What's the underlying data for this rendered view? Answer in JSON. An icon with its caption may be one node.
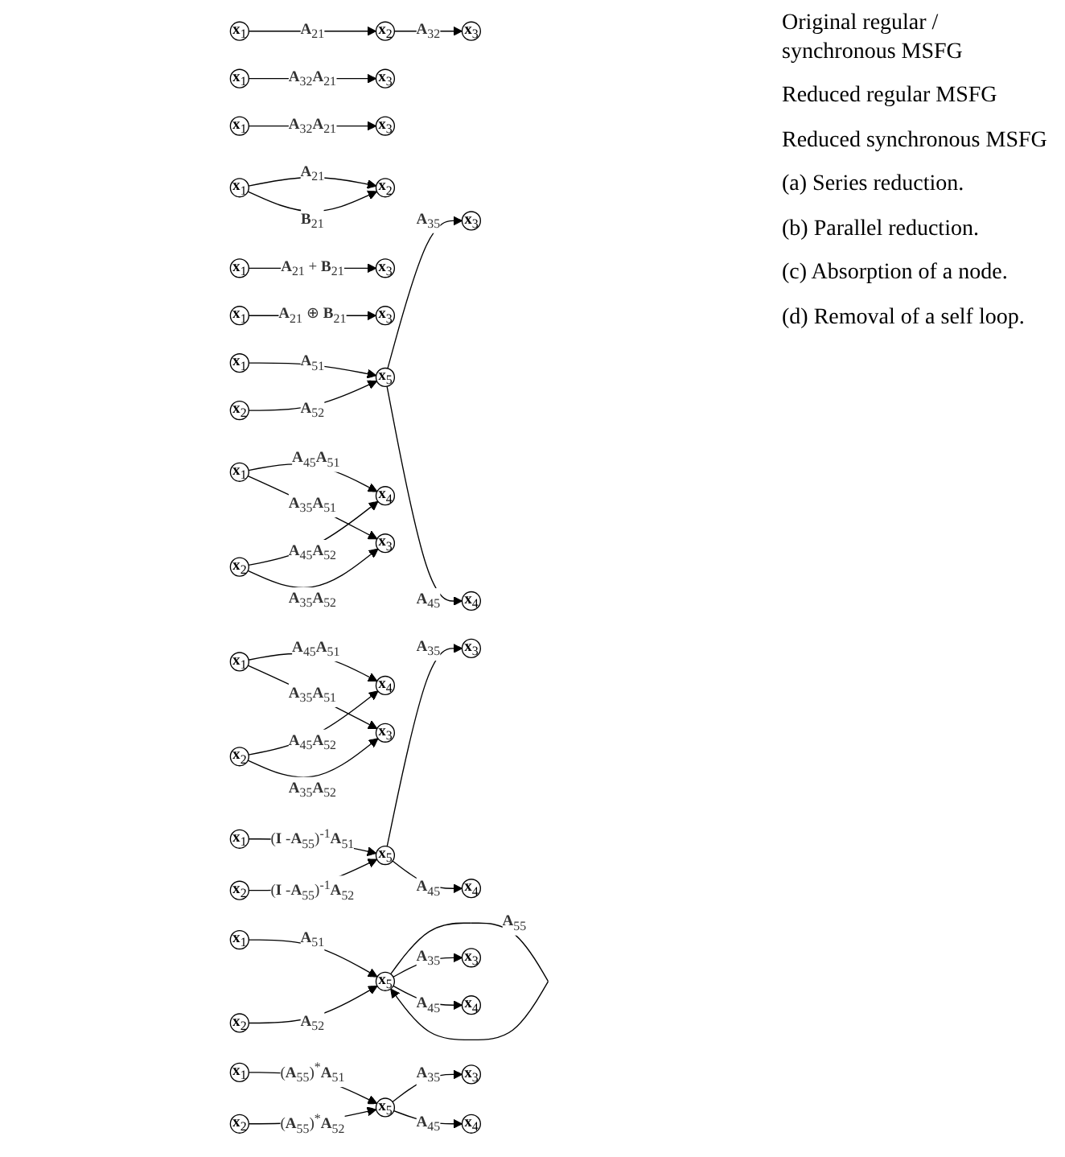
{
  "diagram": {
    "nodes": [
      {
        "text": [
          "**x**$_{1}$"
        ]
      },
      {
        "text": [
          "**x**$_{2}$"
        ]
      },
      {
        "text": [
          "**x**$_{3}$"
        ]
      },
      {
        "text": [
          "**x**$_{1}$"
        ]
      },
      {
        "text": [
          "**x**$_{3}$"
        ]
      },
      {
        "text": [
          "**x**$_{1}$"
        ]
      },
      {
        "text": [
          "**x**$_{3}$"
        ]
      },
      {
        "text": [
          "**x**$_{1}$"
        ]
      },
      {
        "text": [
          "**x**$_{2}$"
        ]
      },
      {
        "text": [
          "**x**$_{1}$"
        ]
      },
      {
        "text": [
          "**x**$_{3}$"
        ]
      },
      {
        "text": [
          "**x**$_{1}$"
        ]
      },
      {
        "text": [
          "**x**$_{3}$"
        ]
      },
      {
        "text": [
          "**x**$_{5}$"
        ]
      },
      {
        "text": [
          "**x**$_{1}$"
        ]
      },
      {
        "text": [
          "**x**$_{2}$"
        ]
      },
      {
        "text": [
          "**x**$_{3}$"
        ]
      },
      {
        "text": [
          "**x**$_{4}$"
        ]
      },
      {
        "text": [
          "**x**$_{1}$"
        ]
      },
      {
        "text": [
          "**x**$_{2}$"
        ]
      },
      {
        "text": [
          "**x**$_{3}$"
        ]
      },
      {
        "text": [
          "**x**$_{4}$"
        ]
      },
      {
        "text": [
          "**x**$_{1}$"
        ]
      },
      {
        "text": [
          "**x**$_{2}$"
        ]
      },
      {
        "text": [
          "**x**$_{3}$"
        ]
      },
      {
        "text": [
          "**x**$_{4}$"
        ]
      },
      {
        "text": [
          "**x**$_{1}$"
        ]
      },
      {
        "text": [
          "**x**$_{5}$"
        ]
      },
      {
        "text": [
          "**x**$_{2}$"
        ]
      },
      {
        "text": [
          "**x**$_{3}$"
        ]
      },
      {
        "text": [
          "**x**$_{4}$"
        ]
      },
      {
        "text": [
          "**x**$_{1}$"
        ]
      },
      {
        "text": [
          "**x**$_{5}$"
        ]
      },
      {
        "text": [
          "**x**$_{2}$"
        ]
      },
      {
        "text": [
          "**x**$_{3}$"
        ]
      },
      {
        "text": [
          "**x**$_{4}$"
        ]
      },
      {
        "text": [
          "**x**$_{1}$"
        ]
      },
      {
        "text": [
          "**x**$_{5}$"
        ]
      },
      {
        "text": [
          "**x**$_{2}$"
        ]
      },
      {
        "text": [
          "**x**$_{3}$"
        ]
      },
      {
        "text": [
          "**x**$_{4}$"
        ]
      }
    ],
    "edges": [
      {
        "from": 0,
        "to": 1,
        "arrow": "to",
        "label": "**A**$_{21}$"
      },
      {
        "from": 1,
        "to": 2,
        "arrow": "to",
        "label": "**A**$_{32}$"
      },
      {
        "from": 3,
        "to": 4,
        "arrow": "to",
        "label": "**A**$_{32}$**A**$_{21}$"
      },
      {
        "from": 5,
        "to": 6,
        "arrow": "to",
        "label": "**A**$_{32}$**A**$_{21}$"
      },
      {
        "from": 7,
        "to": 8,
        "arrow": "to",
        "label": "**A**$_{21}$"
      },
      {
        "from": 7,
        "to": 8,
        "arrow": "to",
        "label": "**B**$_{21}$"
      },
      {
        "from": 9,
        "to": 10,
        "arrow": "to",
        "label": "**A**$_{21}$ + **B**$_{21}$"
      },
      {
        "from": 11,
        "to": 12,
        "arrow": "to",
        "label": "**A**$_{21}$ ⊕ **B**$_{21}$"
      },
      {
        "from": 14,
        "to": 13,
        "arrow": "to",
        "label": "**A**$_{51}$"
      },
      {
        "from": 15,
        "to": 13,
        "arrow": "to",
        "label": "**A**$_{52}$"
      },
      {
        "from": 13,
        "to": 16,
        "arrow": "to",
        "label": "**A**$_{35}$"
      },
      {
        "from": 13,
        "to": 17,
        "arrow": "to",
        "label": "**A**$_{45}$"
      },
      {
        "from": 18,
        "to": 21,
        "arrow": "to",
        "label": "**A**$_{45}$**A**$_{51}$"
      },
      {
        "from": 18,
        "to": 20,
        "arrow": "to",
        "label": "**A**$_{35}$**A**$_{51}$"
      },
      {
        "from": 19,
        "to": 21,
        "arrow": "to",
        "label": "**A**$_{45}$**A**$_{52}$"
      },
      {
        "from": 19,
        "to": 20,
        "arrow": "to",
        "label": "**A**$_{35}$**A**$_{52}$"
      },
      {
        "from": 22,
        "to": 25,
        "arrow": "to",
        "label": "**A**$_{45}$**A**$_{51}$"
      },
      {
        "from": 22,
        "to": 24,
        "arrow": "to",
        "label": "**A**$_{35}$**A**$_{51}$"
      },
      {
        "from": 23,
        "to": 25,
        "arrow": "to",
        "label": "**A**$_{45}$**A**$_{52}$"
      },
      {
        "from": 23,
        "to": 24,
        "arrow": "to",
        "label": "**A**$_{35}$**A**$_{52}$"
      },
      {
        "from": 26,
        "to": 27,
        "arrow": "to",
        "label": "**A**$_{51}$"
      },
      {
        "from": 28,
        "to": 27,
        "arrow": "to",
        "label": "**A**$_{52}$"
      },
      {
        "from": 27,
        "to": 27,
        "arrow": "to",
        "label": "**A**$_{55}$"
      },
      {
        "from": 27,
        "to": 29,
        "arrow": "to",
        "label": "**A**$_{35}$"
      },
      {
        "from": 27,
        "to": 30,
        "arrow": "to",
        "label": "**A**$_{45}$"
      },
      {
        "from": 31,
        "to": 32,
        "arrow": "to",
        "label": "(**I** -**A**$_{55}$)$^{-1}$**A**$_{51}$"
      },
      {
        "from": 33,
        "to": 32,
        "arrow": "to",
        "label": "(**I** -**A**$_{55}$)$^{-1}$**A**$_{52}$"
      },
      {
        "from": 32,
        "to": 34,
        "arrow": "to",
        "label": "**A**$_{35}$"
      },
      {
        "from": 32,
        "to": 35,
        "arrow": "to",
        "label": "**A**$_{45}$"
      },
      {
        "from": 36,
        "to": 37,
        "arrow": "to",
        "label": "(**A**$_{55}$)$^{*}$**A**$_{51}$"
      },
      {
        "from": 38,
        "to": 37,
        "arrow": "to",
        "label": "(**A**$_{55}$)$^{*}$**A**$_{52}$"
      },
      {
        "from": 37,
        "to": 39,
        "arrow": "to",
        "label": "**A**$_{35}$"
      },
      {
        "from": 37,
        "to": 40,
        "arrow": "to",
        "label": "**A**$_{45}$"
      }
    ],
    "labels": [
      "Original regular / synchronous MSFG",
      "Reduced regular MSFG",
      "Reduced synchronous MSFG",
      "(a) Series reduction.",
      "(b) Parallel reduction.",
      "(c) Absorption of a node.",
      "(d) Removal of a self loop."
    ]
  }
}
